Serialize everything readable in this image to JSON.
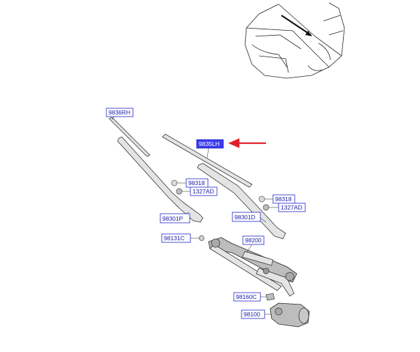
{
  "labels": {
    "arm_rh": "98301P",
    "arm_lh": "98301D",
    "blade_rh": "9836RH",
    "blade_lh": "9835LH",
    "cap_rh": "98318",
    "cap_lh": "98318",
    "nut_rh": "1327AD",
    "nut_lh": "1327AD",
    "pivot_cap": "98131C",
    "linkage": "98200",
    "bolt": "98160C",
    "motor": "98100"
  },
  "colors": {
    "label_text": "#1a1aa8",
    "label_border": "#3b3bd6",
    "highlight_fill": "#3a3af0",
    "arrow": "#e0202a"
  }
}
